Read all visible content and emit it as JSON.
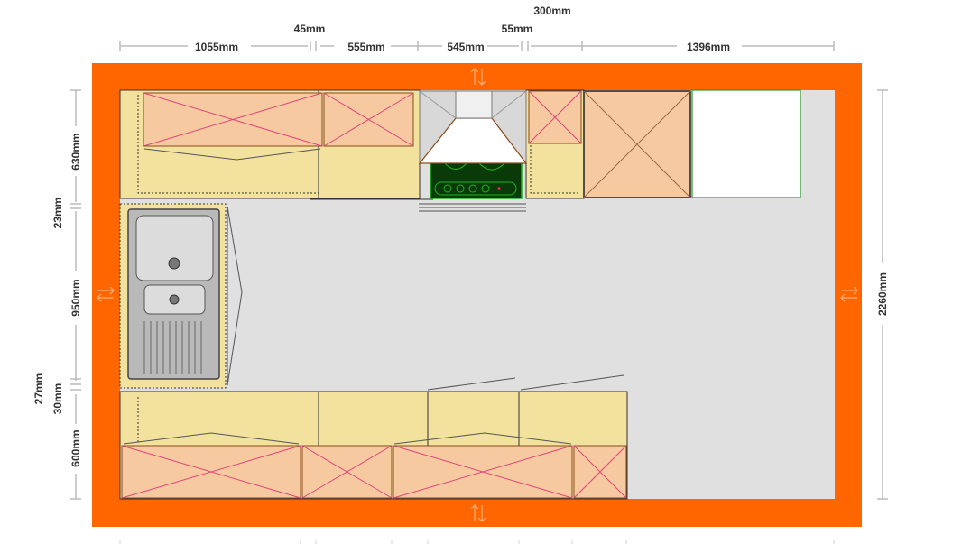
{
  "top_dimensions": {
    "overall": "300mm",
    "segments": [
      "1055mm",
      "45mm",
      "555mm",
      "545mm",
      "55mm",
      "1396mm"
    ]
  },
  "left_dimensions": [
    "630mm",
    "23mm",
    "950mm",
    "27mm",
    "30mm",
    "600mm"
  ],
  "right_dimension": "2260mm",
  "colors": {
    "wall": "#ff6600",
    "floor": "#e0e0e0",
    "base_cabinet": "#f3e19e",
    "upper_cabinet": "#f7c9a1",
    "cross_line": "#e0457a",
    "fridge": "#ffffff",
    "fridge_border": "#2a9a2a",
    "hob": "#0a3a0a",
    "sink": "#b9b9b9"
  },
  "icons": [
    "door-swing-arrow-icon",
    "sink-icon",
    "hob-icon",
    "range-hood-icon"
  ]
}
